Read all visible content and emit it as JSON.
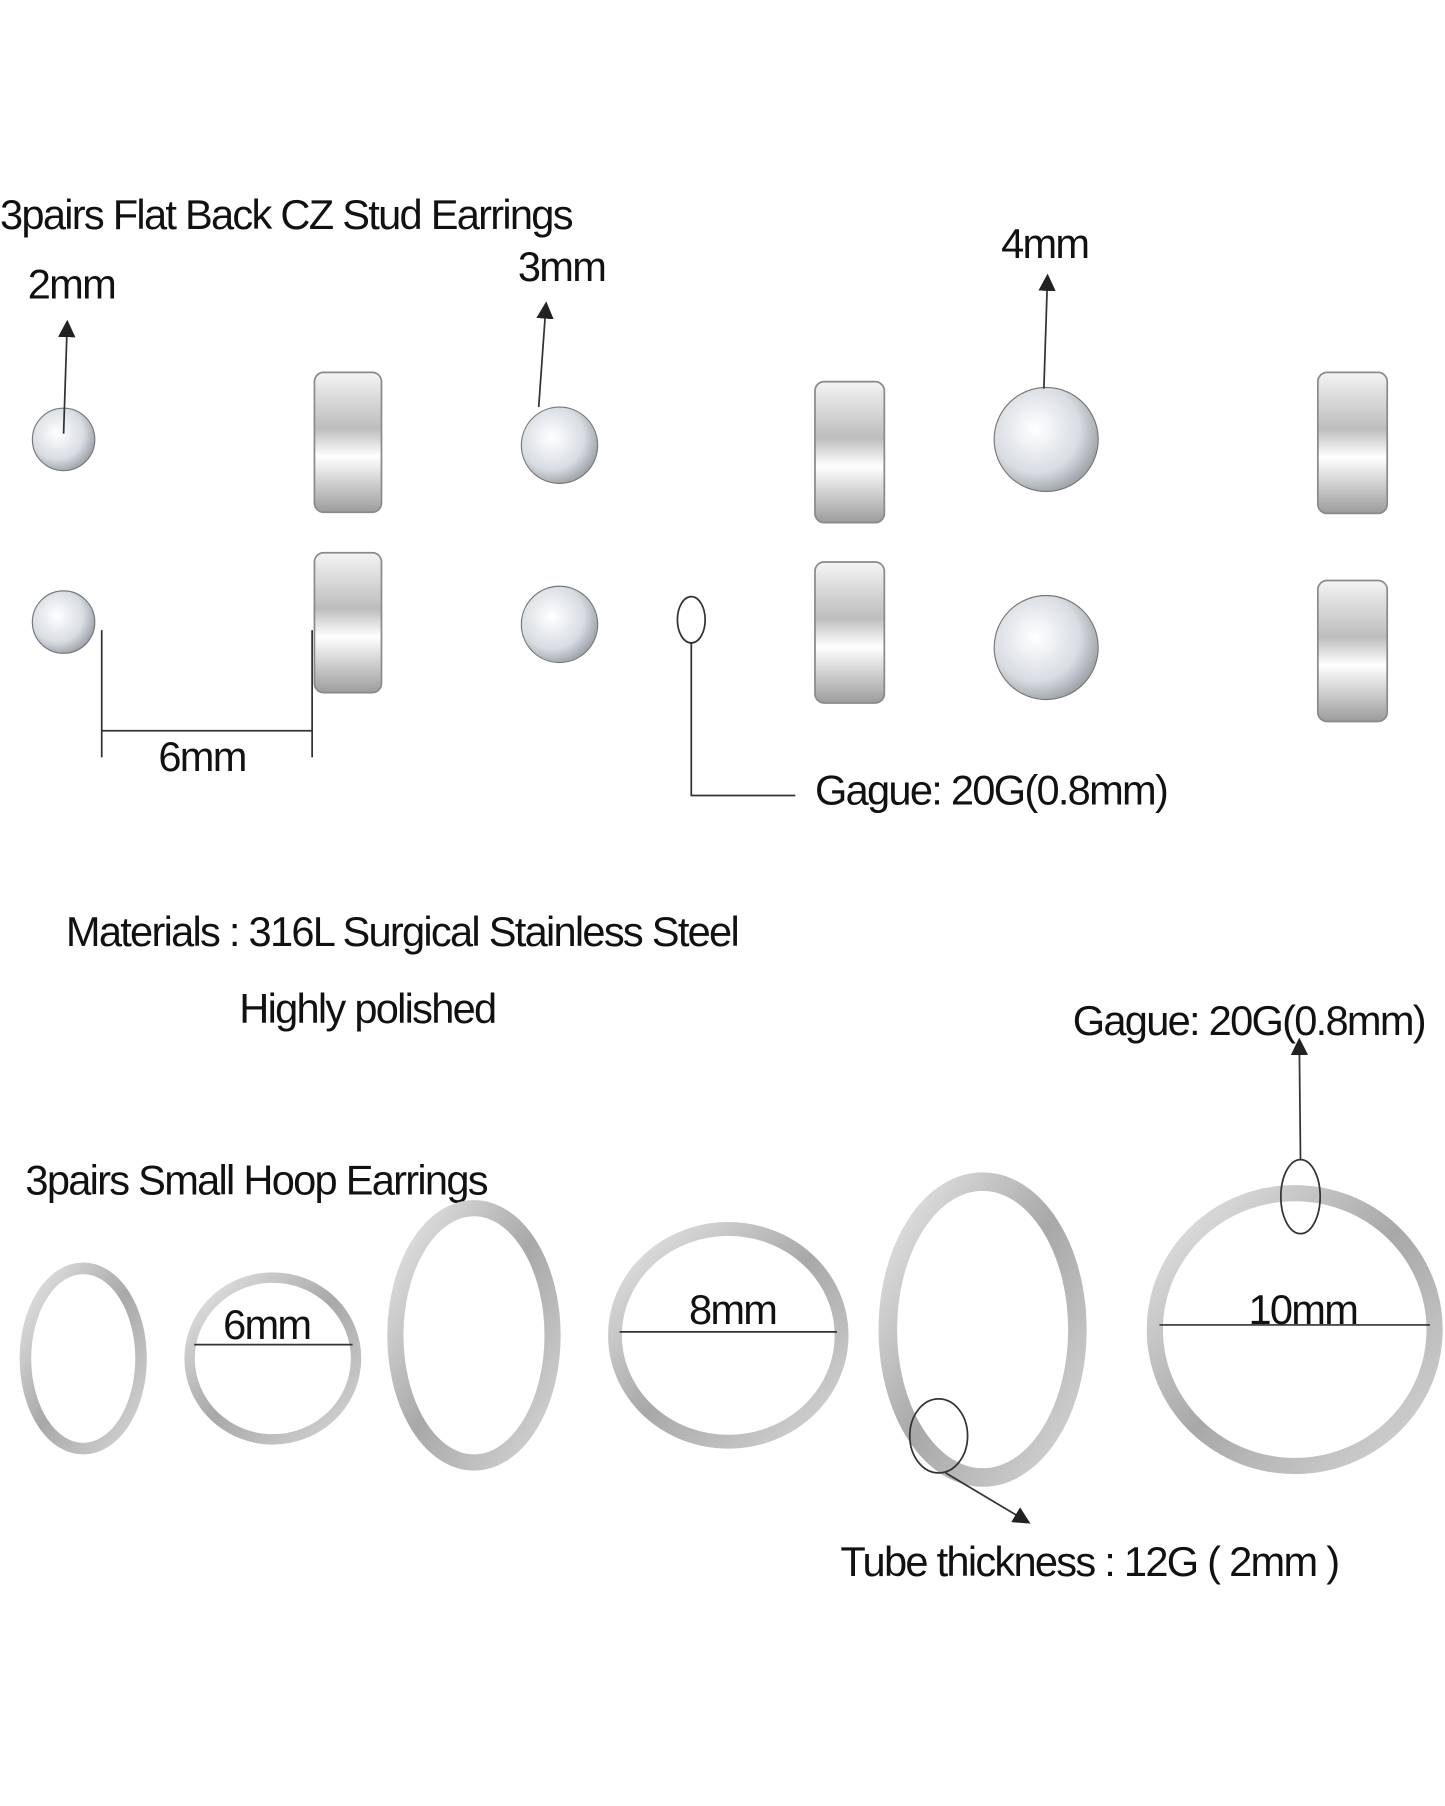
{
  "studs": {
    "title": "3pairs Flat Back CZ Stud Earrings",
    "sizes": [
      "2mm",
      "3mm",
      "4mm"
    ],
    "post_length": "6mm",
    "gauge": "Gague: 20G(0.8mm)"
  },
  "materials": {
    "line1": "Materials : 316L Surgical Stainless Steel",
    "line2": "Highly polished"
  },
  "hoops": {
    "title": "3pairs Small Hoop Earrings",
    "gauge": "Gague: 20G(0.8mm)",
    "sizes": [
      "6mm",
      "8mm",
      "10mm"
    ],
    "tube_thickness": "Tube thickness : 12G ( 2mm )"
  },
  "colors": {
    "metal": "#c8c8c8",
    "text": "#111111"
  }
}
